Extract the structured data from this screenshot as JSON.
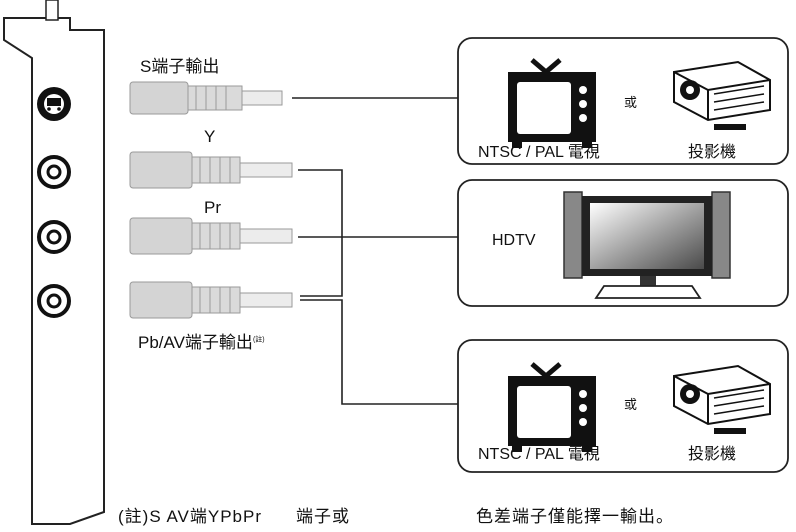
{
  "cables": {
    "s_label": "S端子輸出",
    "y_label": "Y",
    "pr_label": "Pr",
    "pb_label": "Pb/AV端子輸出",
    "pb_note_mark": "(註)"
  },
  "outputs": {
    "top": {
      "tv_label": "NTSC / PAL 電視",
      "or_label": "或",
      "projector_label": "投影機"
    },
    "middle": {
      "tv_label": "HDTV"
    },
    "bottom": {
      "tv_label": "NTSC / PAL 電視",
      "or_label": "或",
      "projector_label": "投影機"
    }
  },
  "footnote": {
    "part1": "(註)S AV端YPbPr",
    "part2": "端子或",
    "part3": "色差端子僅能擇一輸出。"
  }
}
